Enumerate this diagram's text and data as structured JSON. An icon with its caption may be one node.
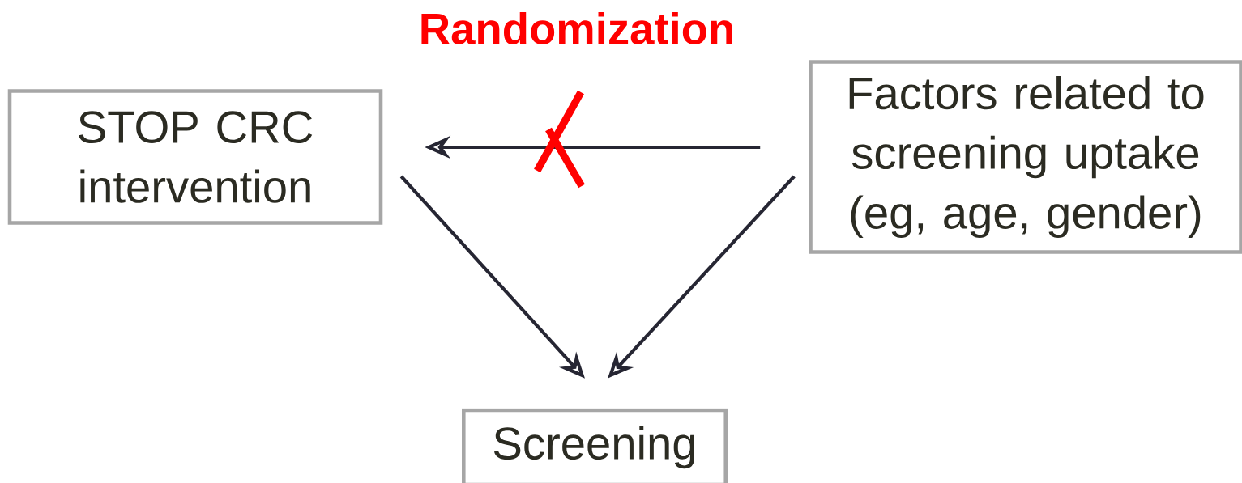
{
  "diagram": {
    "nodes": [
      {
        "text": [
          "STOP CRC intervention"
        ]
      },
      {
        "text": [
          "Factors related to screening uptake (eg, age, gender)"
        ]
      },
      {
        "text": [
          "Screening"
        ]
      }
    ],
    "edges": [
      {
        "from": 1,
        "to": 0,
        "arrow": "to"
      },
      {
        "from": 0,
        "to": 2,
        "arrow": "to"
      },
      {
        "from": 1,
        "to": 2,
        "arrow": "to"
      }
    ],
    "labels": [
      "Randomization"
    ]
  }
}
